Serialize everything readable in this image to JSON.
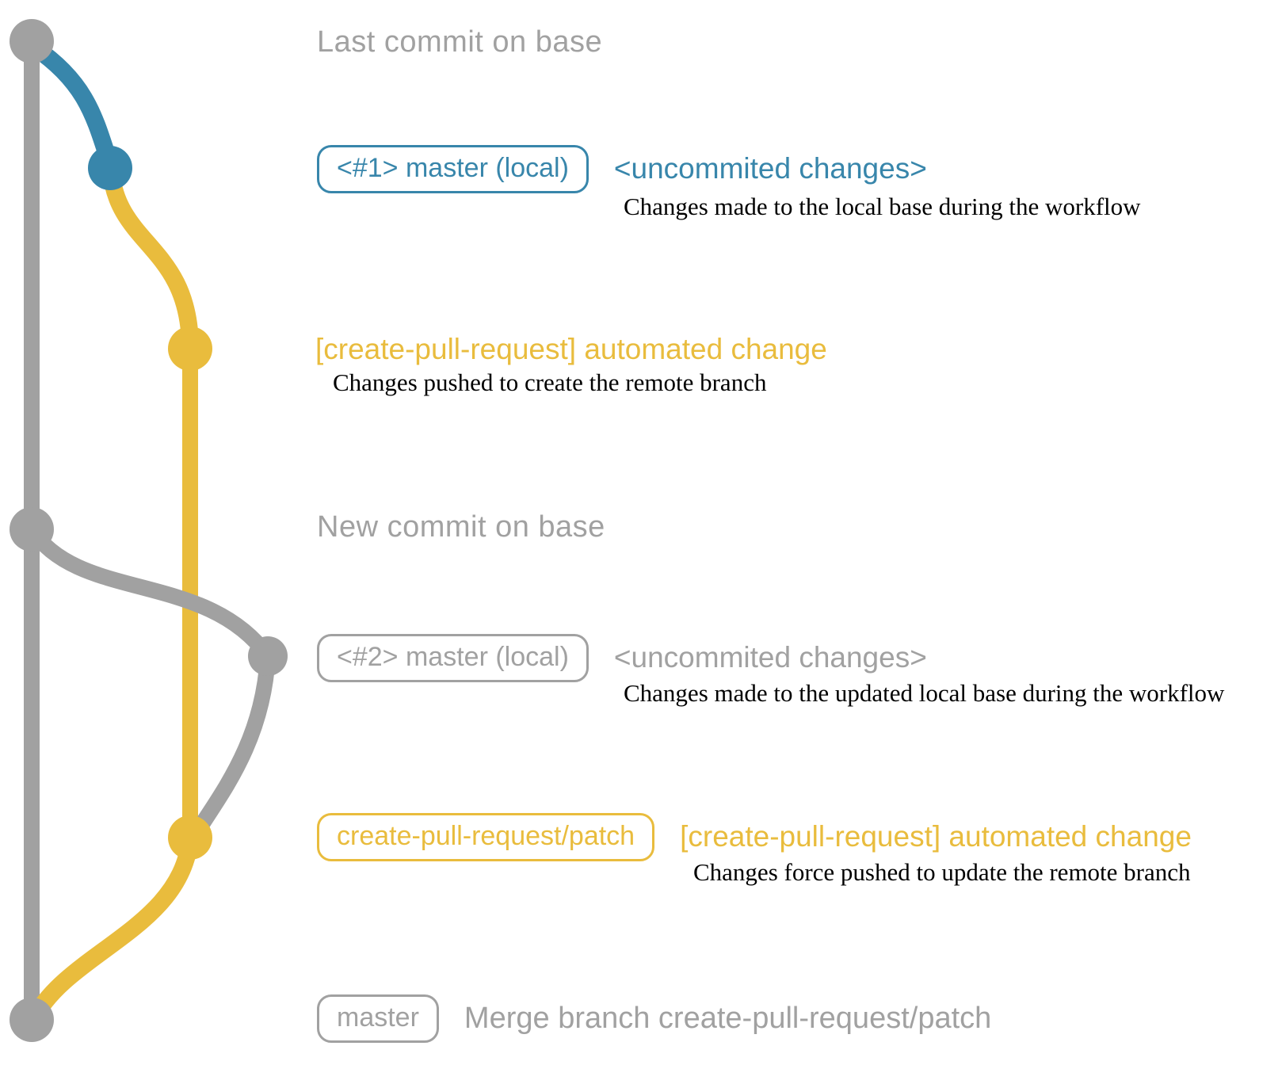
{
  "colors": {
    "gray": "#A1A1A1",
    "blue": "#3886AB",
    "yellow": "#E9BC3D",
    "description_text": "#000000",
    "background": "#FFFFFF"
  },
  "sections": {
    "last_commit_label": "Last commit on base",
    "new_commit_label": "New commit on base"
  },
  "rows": {
    "commit1": {
      "badge": "<#1> master (local)",
      "annotation": "<uncommited changes>",
      "description": "Changes made to the local base during the workflow"
    },
    "push1": {
      "annotation": "[create-pull-request] automated change",
      "description": "Changes pushed to create the remote branch"
    },
    "commit2": {
      "badge": "<#2> master (local)",
      "annotation": "<uncommited changes>",
      "description": "Changes made to the updated local base during the workflow"
    },
    "push2": {
      "badge": "create-pull-request/patch",
      "annotation": "[create-pull-request] automated change",
      "description": "Changes force pushed to update the remote branch"
    },
    "merge": {
      "badge": "master",
      "annotation": "Merge branch create-pull-request/patch"
    }
  }
}
